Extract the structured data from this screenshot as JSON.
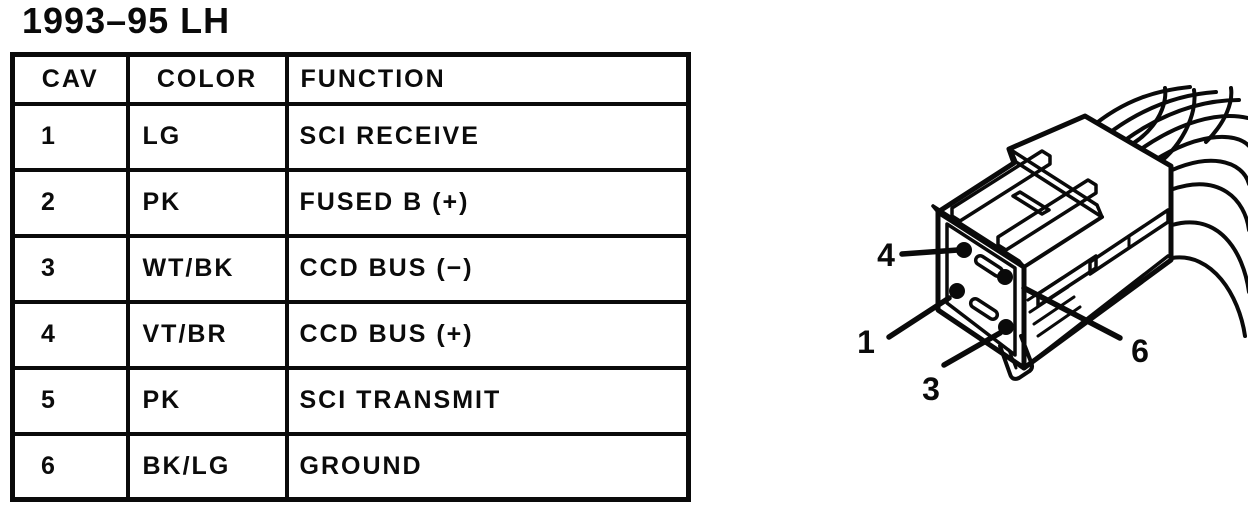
{
  "page": {
    "title": "1993–95 LH",
    "ink_color": "#0a0a0a",
    "paper_color": "#ffffff"
  },
  "pinout_table": {
    "headers": [
      "CAV",
      "COLOR",
      "FUNCTION"
    ],
    "rows": [
      {
        "cav": "1",
        "color": "LG",
        "function": "SCI RECEIVE"
      },
      {
        "cav": "2",
        "color": "PK",
        "function": "FUSED B (+)"
      },
      {
        "cav": "3",
        "color": "WT/BK",
        "function": "CCD BUS (−)"
      },
      {
        "cav": "4",
        "color": "VT/BR",
        "function": "CCD BUS (+)"
      },
      {
        "cav": "5",
        "color": "PK",
        "function": "SCI TRANSMIT"
      },
      {
        "cav": "6",
        "color": "BK/LG",
        "function": "GROUND"
      }
    ]
  },
  "connector": {
    "description": "6-way connector, mating-face view with wire bundle",
    "callouts": [
      "4",
      "1",
      "3",
      "6"
    ]
  }
}
